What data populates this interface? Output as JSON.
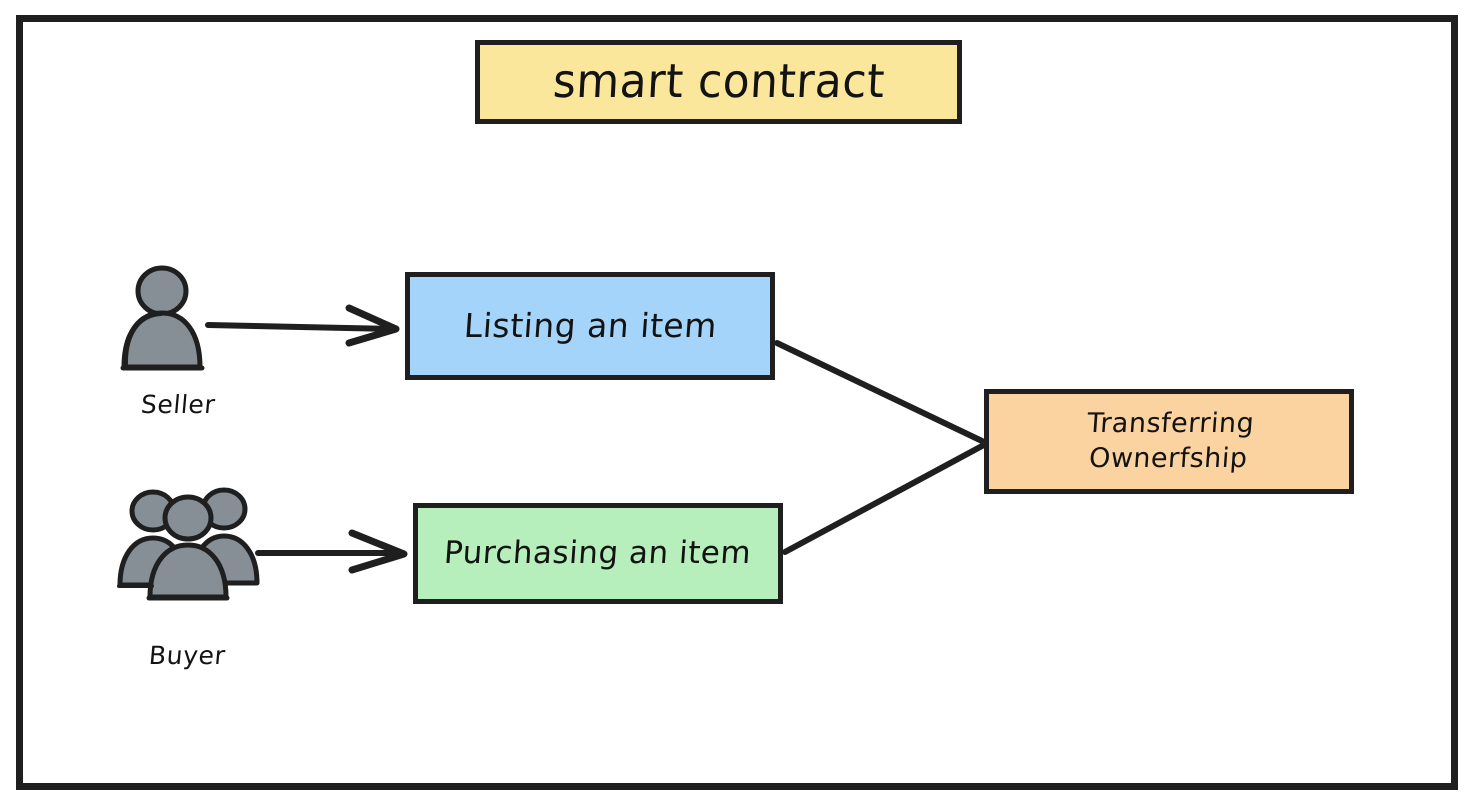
{
  "diagram": {
    "title": "smart contract",
    "frame": {
      "border_color": "#1f1f1f"
    },
    "nodes": [
      {
        "id": "title",
        "label": "smart contract",
        "fill": "#fbe79c"
      },
      {
        "id": "listing",
        "label": "Listing an item",
        "fill": "#a5d4fa"
      },
      {
        "id": "purchasing",
        "label": "Purchasing an item",
        "fill": "#b6efbb"
      },
      {
        "id": "transfer",
        "label": "Transferring\nOwnerfship",
        "fill": "#fbd3a0"
      }
    ],
    "actors": [
      {
        "id": "seller",
        "label": "Seller",
        "icon": "person-icon",
        "fill": "#878f96"
      },
      {
        "id": "buyer",
        "label": "Buyer",
        "icon": "people-group-icon",
        "fill": "#878f96"
      }
    ],
    "connectors": [
      {
        "id": "seller-to-listing",
        "from": "seller",
        "to": "listing",
        "arrow": true
      },
      {
        "id": "buyer-to-purchasing",
        "from": "buyer",
        "to": "purchasing",
        "arrow": true
      },
      {
        "id": "listing-to-transfer",
        "from": "listing",
        "to": "transfer",
        "arrow": true
      },
      {
        "id": "purchasing-to-transfer",
        "from": "purchasing",
        "to": "transfer",
        "arrow": true
      }
    ],
    "stroke_color": "#1f1f1f"
  }
}
